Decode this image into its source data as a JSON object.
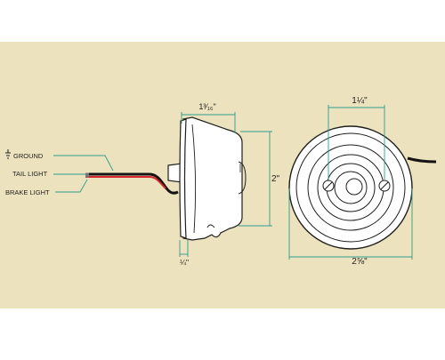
{
  "colors": {
    "background": "#ece2bd",
    "outer_band": "#ffffff",
    "dimension_line": "#2e9e8e",
    "outline": "#1f1f1f",
    "housing_fill": "#ffffff",
    "red_wire": "#d8262a",
    "black_wire": "#141414"
  },
  "wiring_labels": {
    "ground": "GROUND",
    "tail": "TAIL LIGHT",
    "brake": "BRAKE LIGHT"
  },
  "side_view": {
    "depth_label": "1³⁄₁₆\"",
    "height_label": "2\"",
    "flange_label": "¼\""
  },
  "front_view": {
    "hole_spacing_label": "1¼\"",
    "diameter_label": "2⅝\""
  }
}
